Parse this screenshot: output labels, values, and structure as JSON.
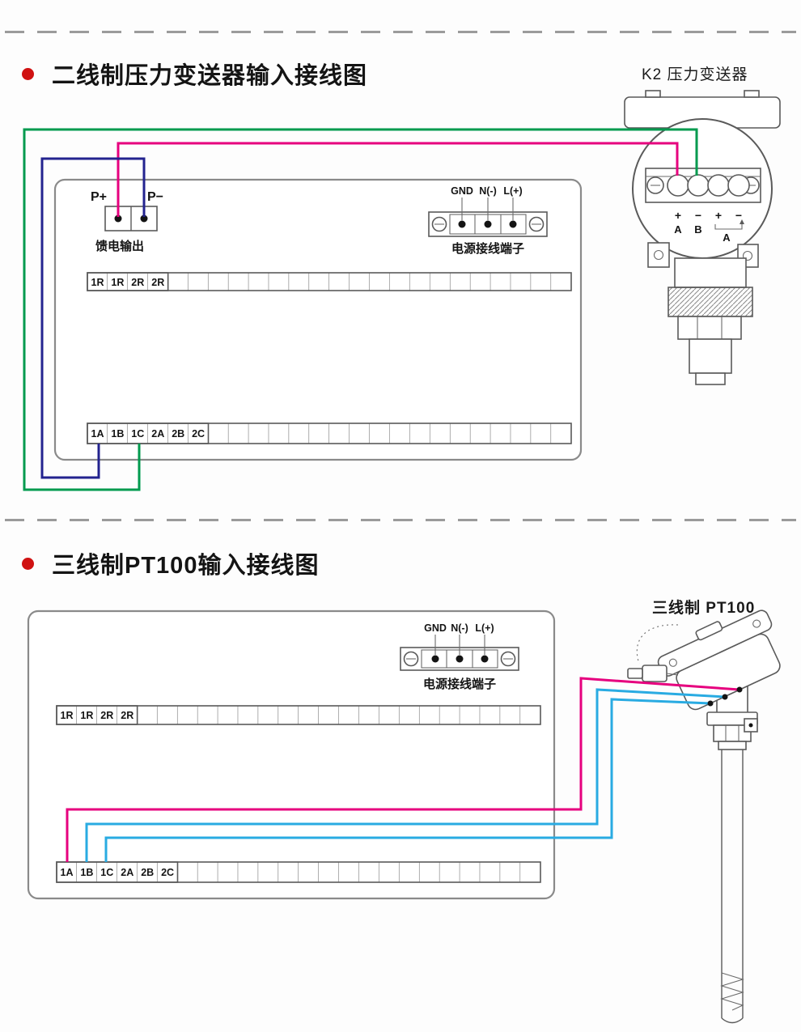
{
  "colors": {
    "accent_red": "#d01212",
    "diagram_line": "#5a5a5a"
  },
  "section1": {
    "title": "二线制压力变送器输入接线图",
    "device_label": "K2  压力变送器",
    "feed": {
      "p_plus": "P+",
      "p_minus": "P−",
      "label": "馈电输出"
    },
    "power": {
      "gnd": "GND",
      "n": "N(-)",
      "l": "L(+)",
      "label": "电源接线端子"
    },
    "top_strip": [
      "1R",
      "1R",
      "2R",
      "2R"
    ],
    "bottom_strip": [
      "1A",
      "1B",
      "1C",
      "2A",
      "2B",
      "2C"
    ],
    "transmitter": {
      "p1": "+",
      "m1": "−",
      "p2": "+",
      "m2": "−",
      "a": "A",
      "b": "B",
      "a2": "A"
    },
    "wires": {
      "plus": "#e6007e",
      "minus": "#23238f",
      "output": "#009a4e"
    }
  },
  "section2": {
    "title": "三线制PT100输入接线图",
    "device_label": "三线制  PT100",
    "power": {
      "gnd": "GND",
      "n": "N(-)",
      "l": "L(+)",
      "label": "电源接线端子"
    },
    "top_strip": [
      "1R",
      "1R",
      "2R",
      "2R"
    ],
    "bottom_strip": [
      "1A",
      "1B",
      "1C",
      "2A",
      "2B",
      "2C"
    ],
    "wires": {
      "a": "#e6007e",
      "b1": "#29abe2",
      "b2": "#29abe2"
    }
  }
}
